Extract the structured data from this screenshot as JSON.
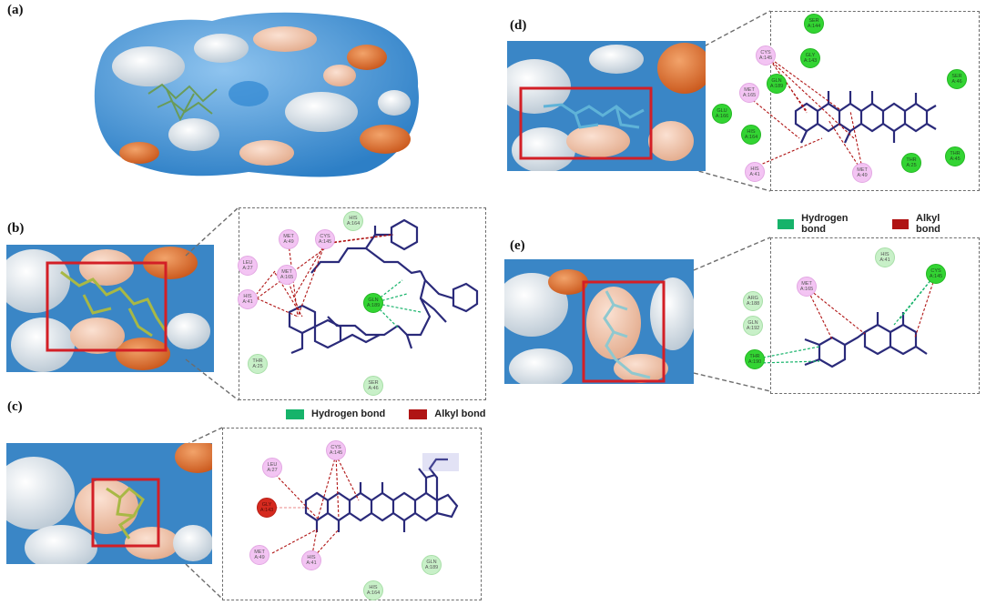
{
  "panels": {
    "a": {
      "label": "(a)"
    },
    "b": {
      "label": "(b)"
    },
    "c": {
      "label": "(c)"
    },
    "d": {
      "label": "(d)"
    },
    "e": {
      "label": "(e)"
    }
  },
  "legend": {
    "hydrogen_bond": "Hydrogen bond",
    "alkyl_bond": "Alkyl bond"
  },
  "colors": {
    "hydrogen_bond": "#16b36a",
    "alkyl_bond": "#b01414",
    "ligand": "#2a2a7a",
    "highlight_box": "#d31f26",
    "residue_alkyl": "#f3c4f3",
    "residue_hbond": "#33d433",
    "residue_vdw": "#c8f0c8",
    "residue_unfavorable": "#d52a1f"
  },
  "residues": {
    "b": [
      {
        "id": "his164",
        "l1": "HIS",
        "l2": "A:164"
      },
      {
        "id": "met49",
        "l1": "MET",
        "l2": "A:49"
      },
      {
        "id": "cys145",
        "l1": "CYS",
        "l2": "A:145"
      },
      {
        "id": "leu27",
        "l1": "LEU",
        "l2": "A:27"
      },
      {
        "id": "met165",
        "l1": "MET",
        "l2": "A:165"
      },
      {
        "id": "his41",
        "l1": "HIS",
        "l2": "A:41"
      },
      {
        "id": "gln189",
        "l1": "GLN",
        "l2": "A:189"
      },
      {
        "id": "thr25",
        "l1": "THR",
        "l2": "A:25"
      },
      {
        "id": "ser46",
        "l1": "SER",
        "l2": "A:46"
      }
    ],
    "c": [
      {
        "id": "cys145",
        "l1": "CYS",
        "l2": "A:145"
      },
      {
        "id": "leu27",
        "l1": "LEU",
        "l2": "A:27"
      },
      {
        "id": "gly143",
        "l1": "GLY",
        "l2": "A:143"
      },
      {
        "id": "met49",
        "l1": "MET",
        "l2": "A:49"
      },
      {
        "id": "his41",
        "l1": "HIS",
        "l2": "A:41"
      },
      {
        "id": "gln189",
        "l1": "GLN",
        "l2": "A:189"
      },
      {
        "id": "his164",
        "l1": "HIS",
        "l2": "A:164"
      }
    ],
    "d": [
      {
        "id": "ser144",
        "l1": "SER",
        "l2": "A:144"
      },
      {
        "id": "cys145",
        "l1": "CYS",
        "l2": "A:145"
      },
      {
        "id": "gly143",
        "l1": "GLY",
        "l2": "A:143"
      },
      {
        "id": "ser46",
        "l1": "SER",
        "l2": "A:46"
      },
      {
        "id": "met165",
        "l1": "MET",
        "l2": "A:165"
      },
      {
        "id": "gln189",
        "l1": "GLN",
        "l2": "A:189"
      },
      {
        "id": "glu166",
        "l1": "GLU",
        "l2": "A:166"
      },
      {
        "id": "his164",
        "l1": "HIS",
        "l2": "A:164"
      },
      {
        "id": "his41",
        "l1": "HIS",
        "l2": "A:41"
      },
      {
        "id": "met49",
        "l1": "MET",
        "l2": "A:49"
      },
      {
        "id": "thr25",
        "l1": "THR",
        "l2": "A:25"
      },
      {
        "id": "thr45",
        "l1": "THR",
        "l2": "A:45"
      }
    ],
    "e": [
      {
        "id": "his41",
        "l1": "HIS",
        "l2": "A:41"
      },
      {
        "id": "cys145",
        "l1": "CYS",
        "l2": "A:145"
      },
      {
        "id": "met165",
        "l1": "MET",
        "l2": "A:165"
      },
      {
        "id": "arg188",
        "l1": "ARG",
        "l2": "A:188"
      },
      {
        "id": "gln192",
        "l1": "GLN",
        "l2": "A:192"
      },
      {
        "id": "thr190",
        "l1": "THR",
        "l2": "A:190"
      }
    ]
  }
}
